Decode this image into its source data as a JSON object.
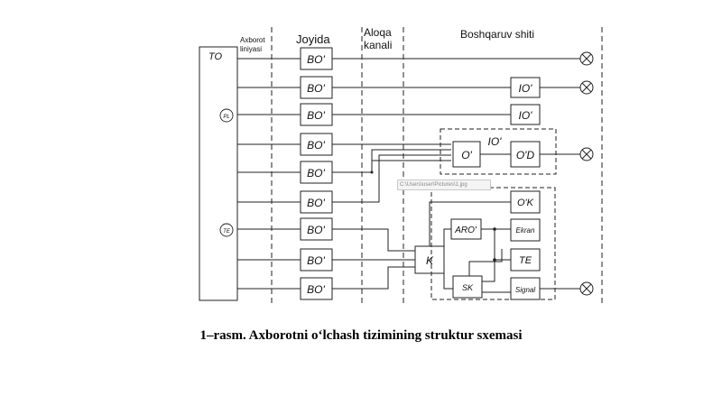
{
  "headers": {
    "line_top": "Axborot",
    "line_bottom": "liniyasi",
    "site": "Joyida",
    "channel_top": "Aloqa",
    "channel_bottom": "kanali",
    "panel": "Boshqaruv shiti"
  },
  "sensor_block": {
    "top": "TO",
    "mid": "PL",
    "bot": "TE"
  },
  "bo_label": "BO'",
  "io_label": "IO'",
  "blocks": {
    "o": "O'",
    "od": "O'D",
    "io_group": "IO'",
    "ok": "O'K",
    "aro": "ARO'",
    "ekran": "Ekran",
    "te": "TE",
    "k": "K",
    "sk": "SK",
    "signal": "Signal"
  },
  "tooltip": "C:\\Users\\user\\Pictures\\1.jpg",
  "caption": "1–rasm. Axborotni o‘lchash tizimining struktur sxemasi"
}
